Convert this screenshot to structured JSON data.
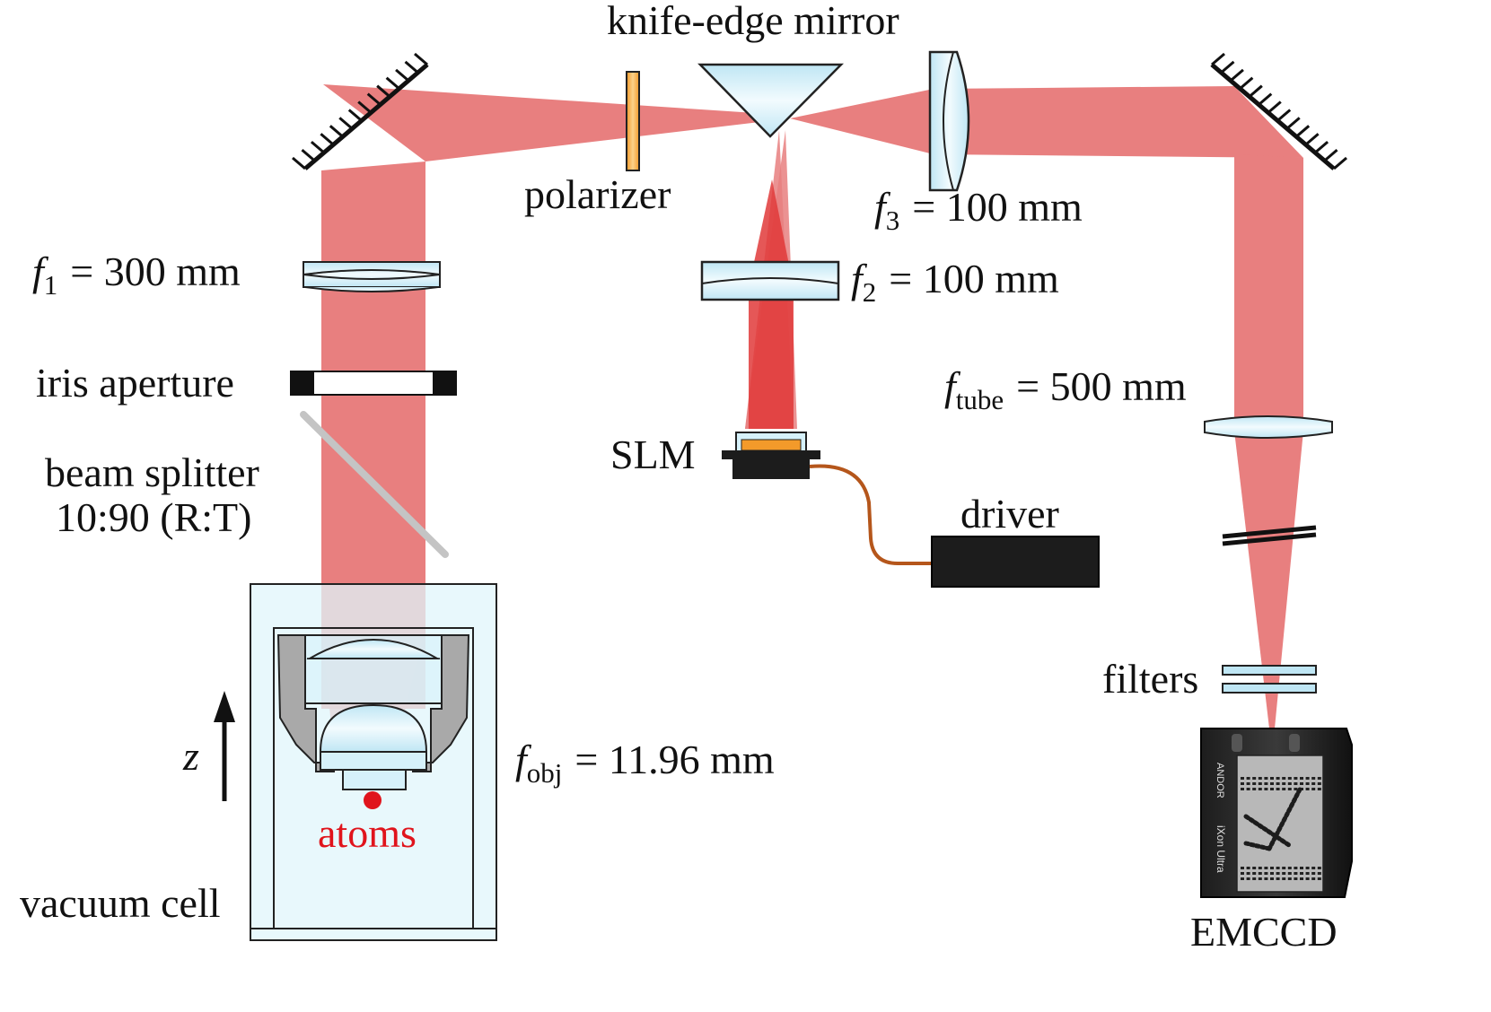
{
  "labels": {
    "knife_edge_mirror": "knife-edge mirror",
    "polarizer": "polarizer",
    "f1_symbol": "f",
    "f1_sub": "1",
    "f1_value": "= 300 mm",
    "f2_symbol": "f",
    "f2_sub": "2",
    "f2_value": "= 100 mm",
    "f3_symbol": "f",
    "f3_sub": "3",
    "f3_value": "= 100 mm",
    "ftube_symbol": "f",
    "ftube_sub": "tube",
    "ftube_value": "= 500 mm",
    "fobj_symbol": "f",
    "fobj_sub": "obj",
    "fobj_value": "= 11.96 mm",
    "iris_aperture": "iris aperture",
    "beam_splitter_line1": "beam splitter",
    "beam_splitter_line2": "10:90 (R:T)",
    "slm": "SLM",
    "driver": "driver",
    "filters": "filters",
    "z_axis": "z",
    "atoms": "atoms",
    "vacuum_cell": "vacuum cell",
    "emccd": "EMCCD",
    "camera_brand": "ANDOR",
    "camera_model": "iXon Ultra"
  },
  "colors": {
    "beam": "#e87f7f",
    "beam_dark": "#e03a3a",
    "optic_fill": "#d6f1fa",
    "vacuum_cell_fill": "#e0f5fb",
    "polarizer": "#f6a642",
    "cable": "#b5561b",
    "atoms": "#e0141c",
    "mount_gray": "#a9a9a9",
    "device_black": "#1c1c1c"
  }
}
